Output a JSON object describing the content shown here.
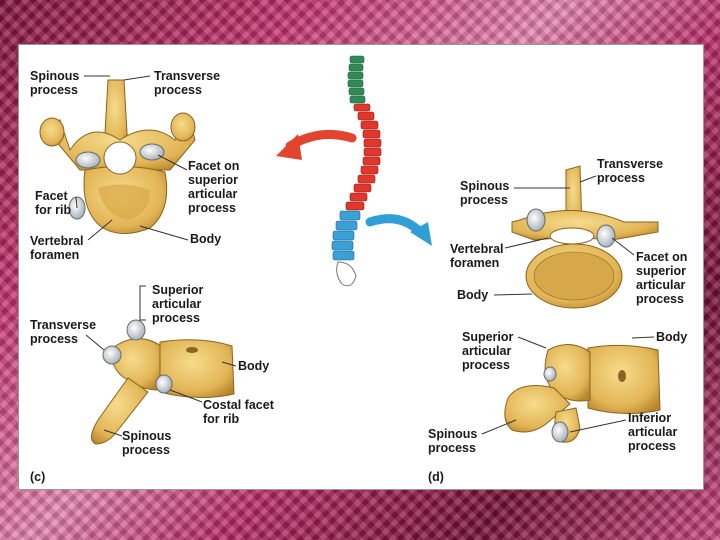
{
  "labels": {
    "c_spinous_process": "Spinous\nprocess",
    "c_transverse_process": "Transverse\nprocess",
    "c_facet_on_superior": "Facet on\nsuperior\narticular\nprocess",
    "c_facet_for_rib": "Facet\nfor rib",
    "c_vertebral_foramen": "Vertebral\nforamen",
    "c_body_top": "Body",
    "c_superior_articular": "Superior\narticular\nprocess",
    "c_transverse_process_lower": "Transverse\nprocess",
    "c_body_lower": "Body",
    "c_costal_facet": "Costal facet\nfor rib",
    "c_spinous_process_lower": "Spinous\nprocess",
    "c_panel_letter": "(c)",
    "d_transverse_process": "Transverse\nprocess",
    "d_spinous_process": "Spinous\nprocess",
    "d_vertebral_foramen": "Vertebral\nforamen",
    "d_facet_on_superior": "Facet on\nsuperior\narticular\nprocess",
    "d_body_top": "Body",
    "d_superior_articular": "Superior\narticular\nprocess",
    "d_body_lower": "Body",
    "d_spinous_process_lower": "Spinous\nprocess",
    "d_inferior_articular": "Inferior\narticular\nprocess",
    "d_panel_letter": "(d)"
  },
  "colors": {
    "bone": "#e9c46a",
    "bone_shadow": "#b8862c",
    "thoracic": "#e0362c",
    "cervical": "#2e8b57",
    "lumbar": "#3aa0d8",
    "arrow_red": "#e2452f",
    "arrow_blue": "#2f9fd6"
  }
}
